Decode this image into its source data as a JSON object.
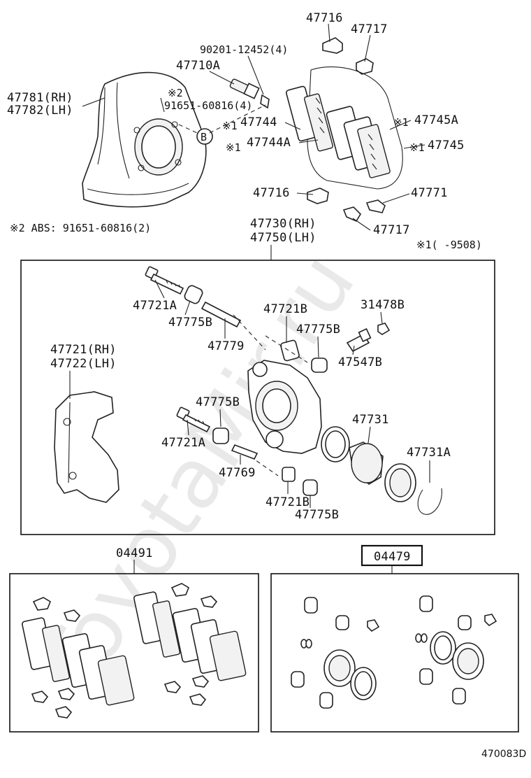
{
  "diagram_code": "470083D",
  "watermark": "ToyotaMir.ru",
  "notes": {
    "abs_note": "※2 ABS: 91651-60816(2)",
    "date_note": "※1(     -9508)"
  },
  "labels": {
    "p47716_top": "47716",
    "p47717_top": "47717",
    "p90201": "90201-12452(4)",
    "p47710A": "47710A",
    "p47781": "47781(RH)",
    "p47782": "47782(LH)",
    "star2": "※2",
    "p91651": "91651-60816(4)",
    "p47744": "47744",
    "p47744A": "47744A",
    "p47745A": "47745A",
    "p47745": "47745",
    "star1_a": "※1",
    "star1_b": "※1",
    "star1_c": "※1",
    "star1_d": "※1",
    "b_marker": "B",
    "p47716_bot": "47716",
    "p47771": "47771",
    "p47717_bot": "47717",
    "p47730": "47730(RH)",
    "p47750": "47750(LH)",
    "p47721A_1": "47721A",
    "p47775B_1": "47775B",
    "p47779": "47779",
    "p47721B_1": "47721B",
    "p47775B_2": "47775B",
    "p31478B": "31478B",
    "p47547B": "47547B",
    "p47721": "47721(RH)",
    "p47722": "47722(LH)",
    "p47775B_3": "47775B",
    "p47731": "47731",
    "p47721A_2": "47721A",
    "p47731A": "47731A",
    "p47769": "47769",
    "p47721B_2": "47721B",
    "p47775B_4": "47775B",
    "p04491": "04491",
    "p04479": "04479"
  }
}
